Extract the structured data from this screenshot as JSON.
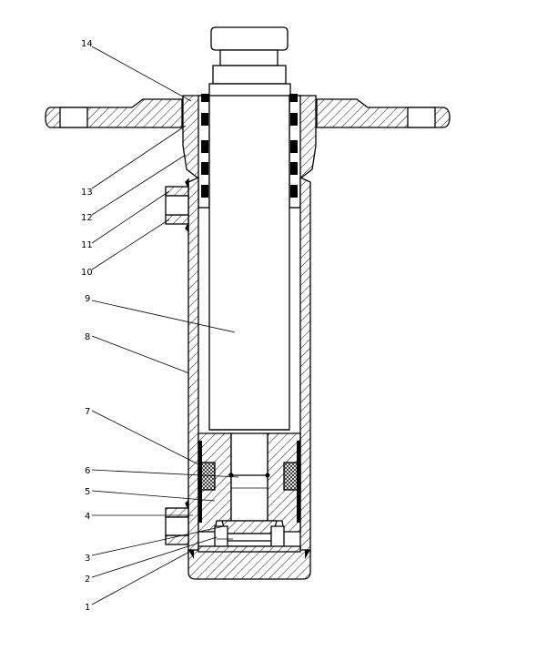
{
  "diagram": {
    "type": "mechanical-cross-section",
    "callouts": [
      "1",
      "2",
      "3",
      "4",
      "5",
      "6",
      "7",
      "8",
      "9",
      "10",
      "11",
      "12",
      "13",
      "14"
    ]
  }
}
